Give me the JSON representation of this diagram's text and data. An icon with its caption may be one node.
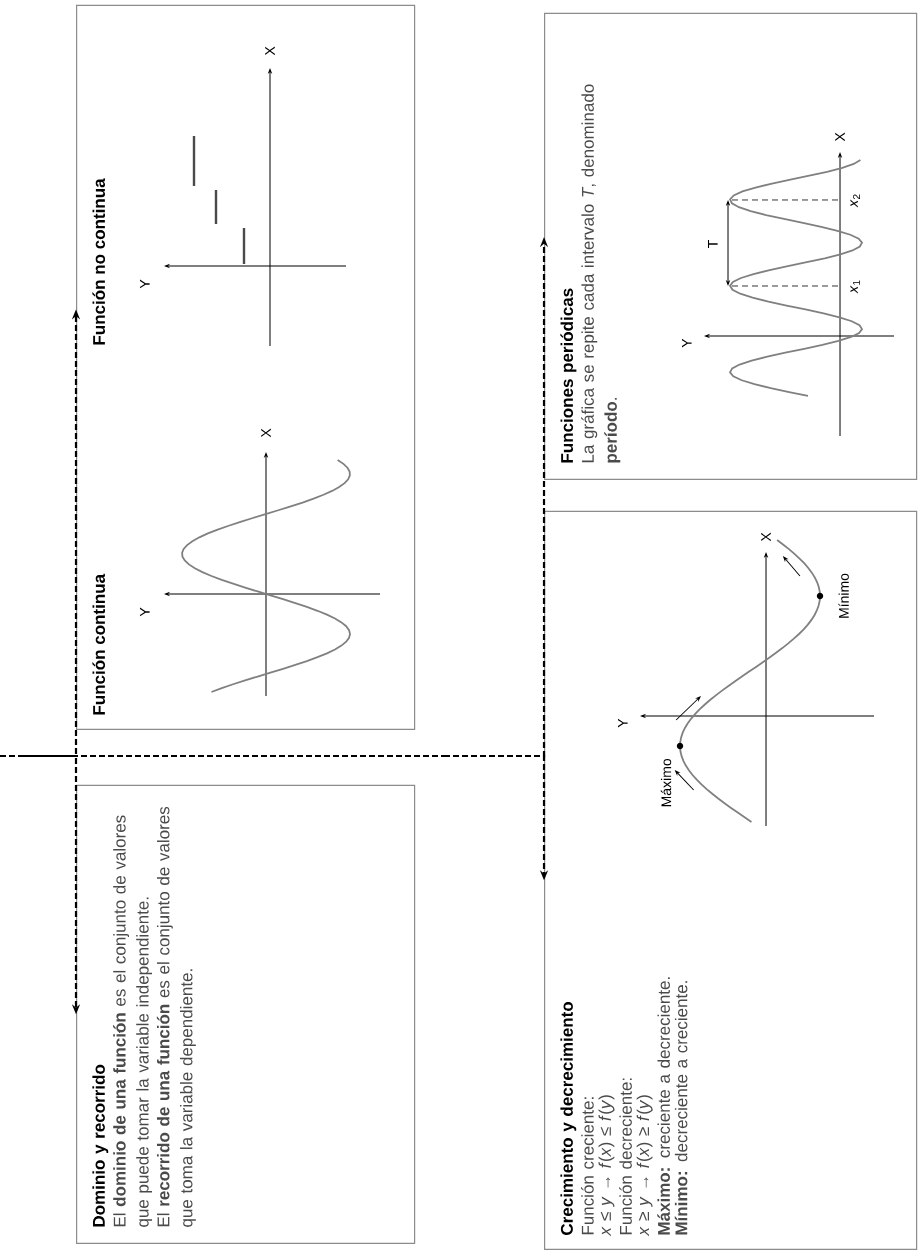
{
  "diagram": {
    "nodes": [
      {
        "text": [
          "Dominio y recorrido",
          "El **dominio de una función** es el conjunto de valores que puede tomar la variable independiente.",
          "El **recorrido de una función** es el conjunto de valores que toma la variable dependiente."
        ]
      },
      {
        "text": [
          "Función continua",
          "Función no continua"
        ]
      },
      {
        "text": [
          "Crecimiento y decrecimiento",
          "Función creciente:",
          "*x* ≤ *y* → *f*(*x*) ≤ *f*(*y*)",
          "Función decreciente:",
          "*x* ≥ *y* → *f*(*x*) ≥ *f*(*y*)",
          "**Máximo:** creciente a decreciente.",
          "**Mínimo:** decreciente a creciente."
        ]
      },
      {
        "text": [
          "Funciones periódicas",
          "La gráfica se repite cada intervalo *T*, denominado **período**."
        ]
      }
    ],
    "edges": [
      {
        "from": null,
        "to": 0,
        "arrow": "to",
        "style": "dashed"
      },
      {
        "from": null,
        "to": 1,
        "arrow": "to",
        "style": "dashed"
      },
      {
        "from": null,
        "to": 2,
        "arrow": "to",
        "style": "dashed"
      },
      {
        "from": null,
        "to": 3,
        "arrow": "to",
        "style": "dashed"
      }
    ],
    "labels": [
      "Y",
      "X",
      "Y",
      "X",
      "Máximo",
      "Y",
      "X",
      "Mínimo",
      "Y",
      "T",
      "X",
      "*x*$_{1}$",
      "*x*$_{2}$"
    ]
  }
}
